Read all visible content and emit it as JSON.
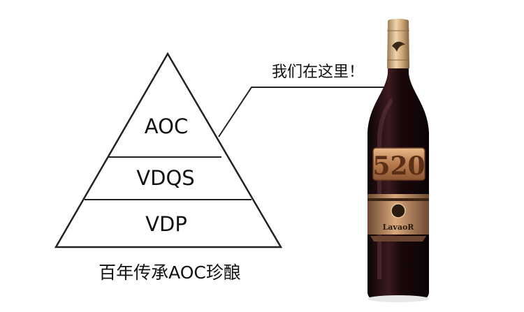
{
  "pyramid": {
    "tiers": [
      {
        "label": "AOC"
      },
      {
        "label": "VDQS"
      },
      {
        "label": "VDP"
      }
    ],
    "caption": "百年传承AOC珍酿"
  },
  "callout": {
    "text": "我们在这里！"
  },
  "bottle": {
    "badge_number": "520",
    "brand": "LavaoR",
    "colors": {
      "glass": "#1c0a0d",
      "foil": "#d8b58a",
      "copper": "#c89468",
      "label_band": "#b07a55"
    }
  }
}
